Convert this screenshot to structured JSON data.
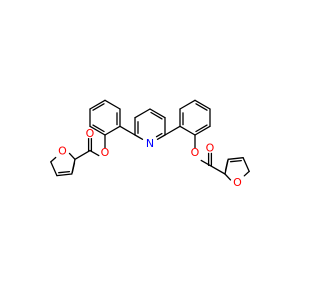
{
  "molecule": {
    "atom_labels": {
      "pyridine_n": "N",
      "left_ester_o": "O",
      "left_carbonyl_o": "O",
      "left_furan_o": "O",
      "right_ester_o": "O",
      "right_carbonyl_o": "O",
      "right_furan_o": "O"
    },
    "colors": {
      "bond": "#000000",
      "nitrogen": "#0000ff",
      "oxygen": "#ff0000",
      "background": "#ffffff"
    }
  }
}
